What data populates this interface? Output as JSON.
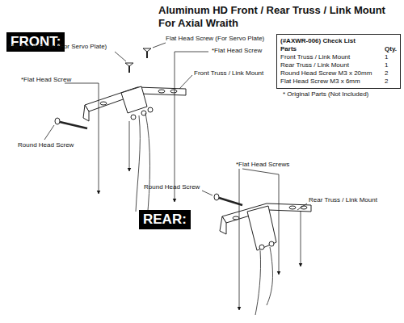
{
  "diagram": {
    "title": "Aluminum HD Front / Rear Truss / Link Mount For Axial Wraith",
    "nodes": [
      {
        "text": [
          "(#AXWR-006) Check List",
          "Parts",
          "Qty.",
          "Front Truss / Link Mount",
          "1",
          "Rear Truss / Link Mount",
          "1",
          "Round Head Screw M3 x 20mm",
          "2",
          "Flat Head Screw M3 x 6mm",
          "2"
        ]
      }
    ],
    "labels": [
      "FRONT:",
      "Flat Head Screw (For Servo Plate)",
      "Flat Head Screw (For Servo Plate)",
      "*Flat Head Screw",
      "*Flat Head Screw",
      "Front Truss / Link Mount",
      "Round Head Screw",
      "* Original Parts (Not Included)",
      "*Flat Head Screws",
      "Round Head Screw",
      "Rear Truss / Link Mount",
      "REAR:"
    ]
  }
}
